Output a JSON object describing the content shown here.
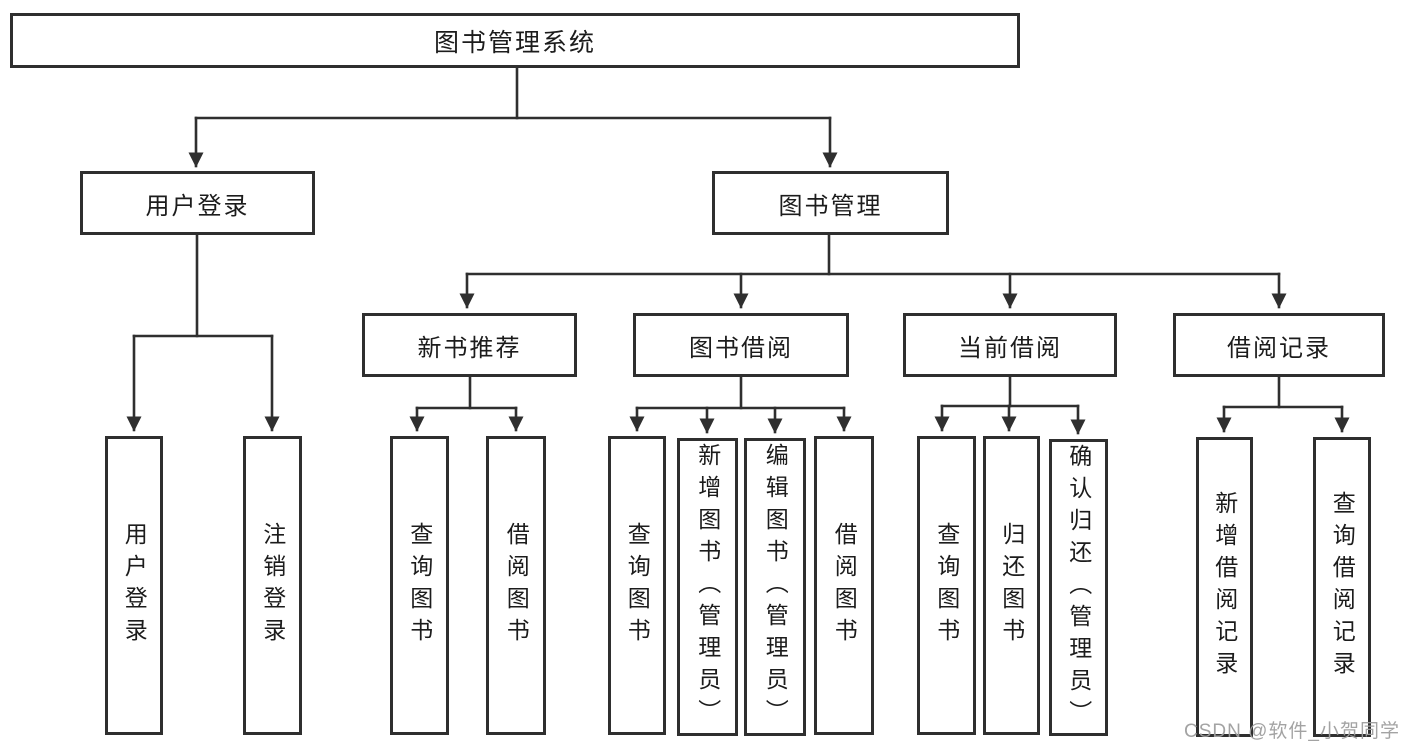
{
  "tree": {
    "root": {
      "label": "图书管理系统"
    },
    "branches": [
      {
        "label": "用户登录",
        "children": [
          {
            "label": "用户登录"
          },
          {
            "label": "注销登录"
          }
        ]
      },
      {
        "label": "图书管理",
        "groups": [
          {
            "label": "新书推荐",
            "children": [
              {
                "label": "查询图书"
              },
              {
                "label": "借阅图书"
              }
            ]
          },
          {
            "label": "图书借阅",
            "children": [
              {
                "label": "查询图书"
              },
              {
                "label": "新增图书（管理员）"
              },
              {
                "label": "编辑图书（管理员）"
              },
              {
                "label": "借阅图书"
              }
            ]
          },
          {
            "label": "当前借阅",
            "children": [
              {
                "label": "查询图书"
              },
              {
                "label": "归还图书"
              },
              {
                "label": "确认归还（管理员）"
              }
            ]
          },
          {
            "label": "借阅记录",
            "children": [
              {
                "label": "新增借阅记录"
              },
              {
                "label": "查询借阅记录"
              }
            ]
          }
        ]
      }
    ]
  },
  "watermark": {
    "text": "CSDN @软件_小贺同学"
  },
  "colors": {
    "line": "#2f2f2f",
    "text": "#1c1c1c",
    "box_background": "#ffffff",
    "watermark": "#9e9e9e"
  }
}
